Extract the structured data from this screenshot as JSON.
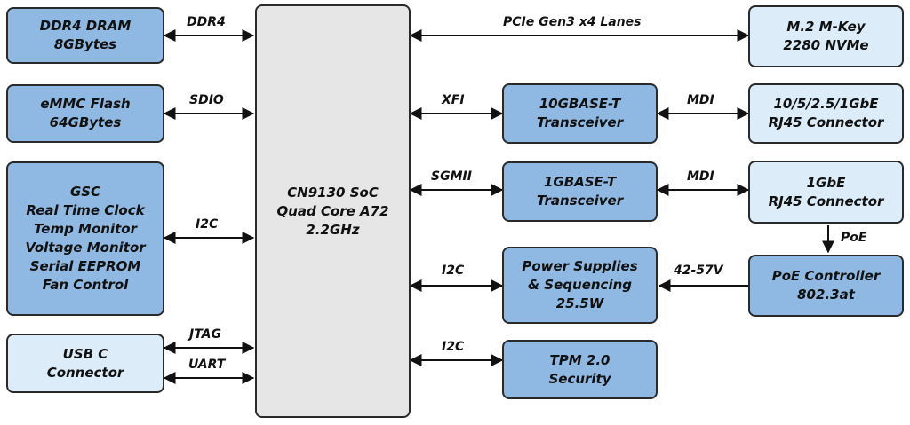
{
  "blocks": {
    "ddr4": [
      "DDR4 DRAM",
      "8GBytes"
    ],
    "emmc": [
      "eMMC Flash",
      "64GBytes"
    ],
    "gsc": [
      "GSC",
      "Real Time Clock",
      "Temp Monitor",
      "Voltage Monitor",
      "Serial EEPROM",
      "Fan Control"
    ],
    "usbc": [
      "USB C",
      "Connector"
    ],
    "soc": [
      "CN9130 SoC",
      "Quad Core A72",
      "2.2GHz"
    ],
    "xcvr10g": [
      "10GBASE-T",
      "Transceiver"
    ],
    "xcvr1g": [
      "1GBASE-T",
      "Transceiver"
    ],
    "power": [
      "Power Supplies",
      "& Sequencing",
      "25.5W"
    ],
    "tpm": [
      "TPM 2.0",
      "Security"
    ],
    "m2": [
      "M.2 M-Key",
      "2280 NVMe"
    ],
    "rj45_10g": [
      "10/5/2.5/1GbE",
      "RJ45 Connector"
    ],
    "rj45_1g": [
      "1GbE",
      "RJ45 Connector"
    ],
    "poe": [
      "PoE Controller",
      "802.3at"
    ]
  },
  "links": {
    "ddr4": "DDR4",
    "sdio": "SDIO",
    "i2c_gsc": "I2C",
    "jtag": "JTAG",
    "uart": "UART",
    "pcie": "PCIe Gen3 x4 Lanes",
    "xfi": "XFI",
    "md1_10g": "MDI",
    "sgmii": "SGMII",
    "md1_1g": "MDI",
    "i2c_power": "I2C",
    "v4257": "42-57V",
    "i2c_tpm": "I2C",
    "poe": "PoE"
  },
  "colors": {
    "dark_fill": "#8fb9e2",
    "light_fill": "#dcecf8",
    "soc_fill": "#e6e6e6",
    "stroke": "#2a2a2a"
  }
}
